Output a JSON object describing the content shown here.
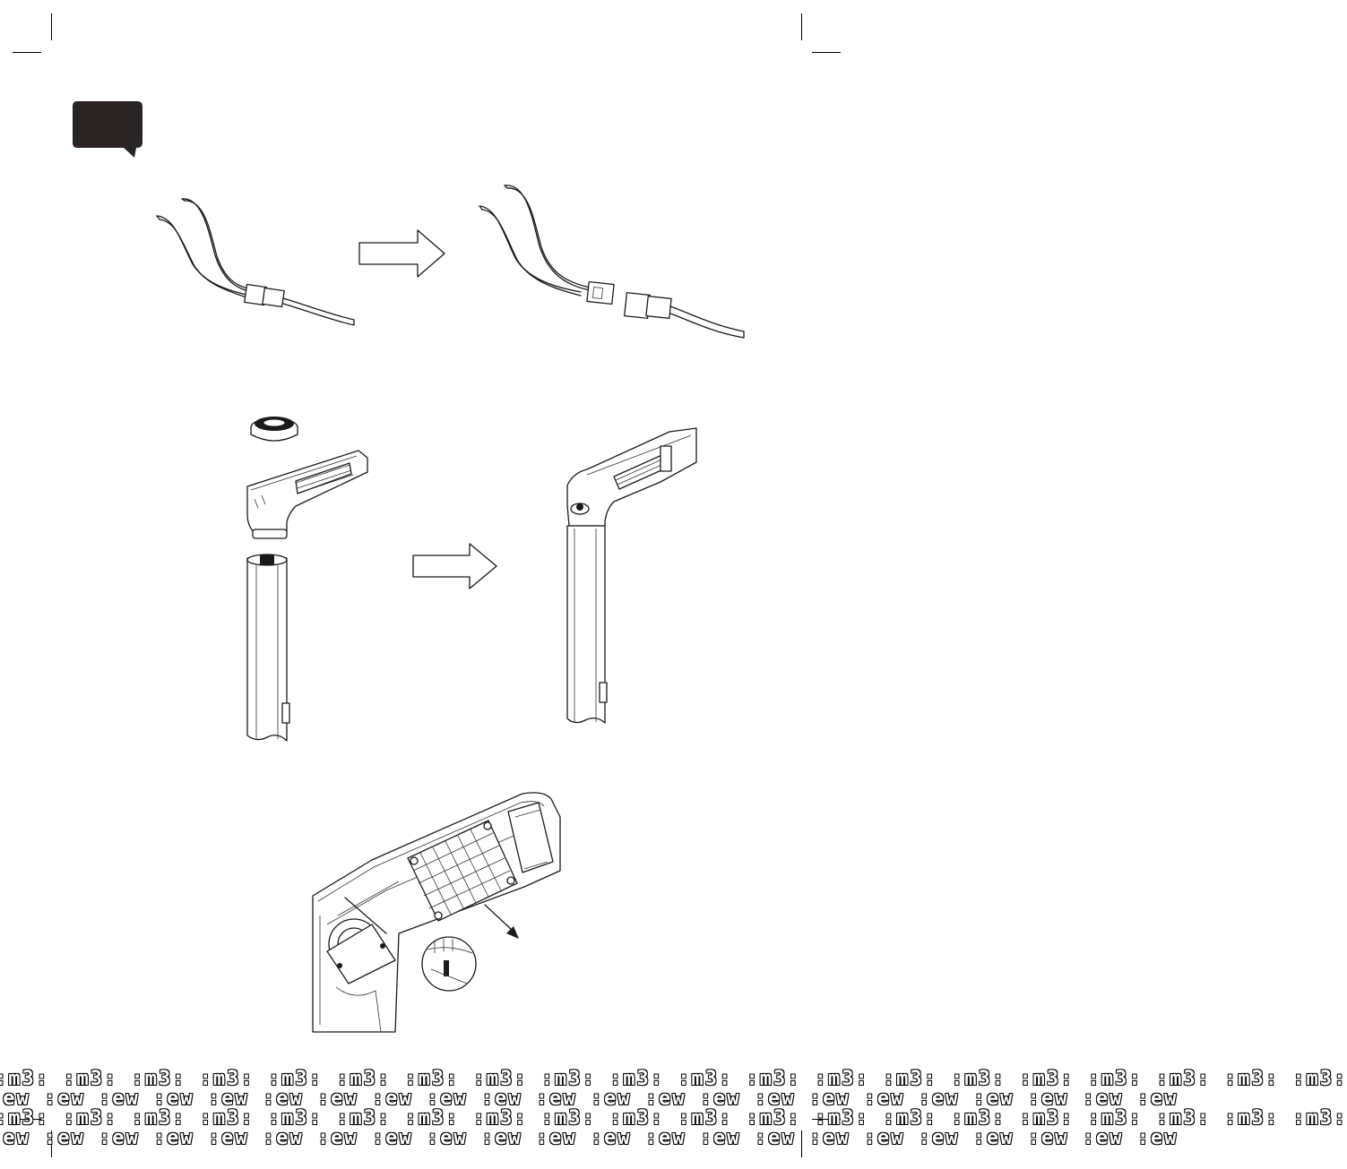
{
  "colors": {
    "ink": "#1a1a1a",
    "step_badge": "#2b2424",
    "footer_pattern": "#000000"
  },
  "step_badge": {
    "label": ""
  },
  "illustrations": [
    {
      "id": "cable-connector-joined",
      "icon": "cable-connector-joined-icon"
    },
    {
      "id": "cable-connector-separated",
      "icon": "cable-connector-separated-icon"
    },
    {
      "id": "upright-parts-exploded",
      "icon": "upright-parts-exploded-icon"
    },
    {
      "id": "upright-assembled",
      "icon": "upright-assembled-icon"
    },
    {
      "id": "grille-detail",
      "icon": "grille-detail-icon"
    }
  ],
  "arrows": [
    "right-arrow-icon",
    "right-arrow-icon"
  ],
  "footer": {
    "pattern_rows": [
      ":m3: :m3: :m3: :m3: :m3: :m3: :m3: :m3: :m3: :m3: :m3: :m3: :m3: :m3: :m3: :m3: :m3: :m3: :m3: :m3:",
      ":ew :ew :ew :ew :ew :ew :ew :ew :ew :ew :ew :ew :ew :ew :ew :ew :ew :ew :ew :ew :ew :ew",
      ":m3: :m3: :m3: :m3: :m3: :m3: :m3: :m3: :m3: :m3: :m3: :m3: :m3: :m3: :m3: :m3: :m3: :m3: :m3: :m3:",
      ":ew :ew :ew :ew :ew :ew :ew :ew :ew :ew :ew :ew :ew :ew :ew :ew :ew :ew :ew :ew :ew :ew"
    ]
  }
}
